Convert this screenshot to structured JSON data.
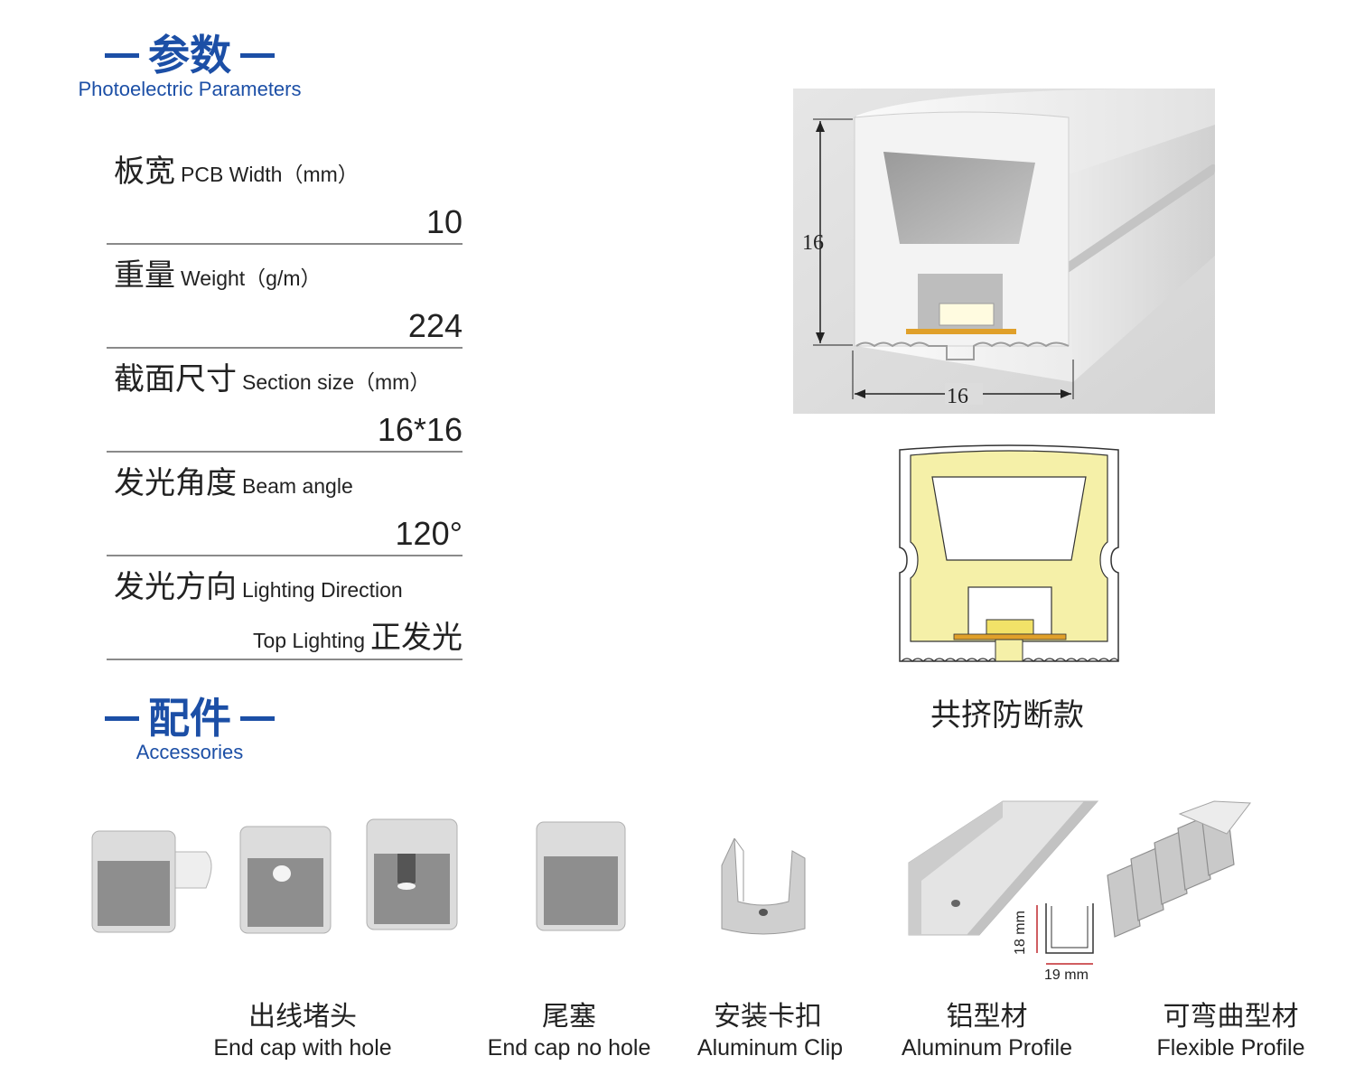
{
  "sections": {
    "params": {
      "title": "参数",
      "subtitle": "Photoelectric Parameters"
    },
    "accessories": {
      "title": "配件",
      "subtitle": "Accessories"
    }
  },
  "params": [
    {
      "zh": "板宽",
      "en": "PCB Width（mm）",
      "value": "10"
    },
    {
      "zh": "重量",
      "en": "Weight（g/m）",
      "value": "224"
    },
    {
      "zh": "截面尺寸",
      "en": "Section size（mm）",
      "value": "16*16"
    },
    {
      "zh": "发光角度",
      "en": "Beam angle",
      "value": "120°"
    },
    {
      "zh": "发光方向",
      "en": "Lighting Direction",
      "value_en": "Top Lighting",
      "value_zh": "正发光"
    }
  ],
  "figure": {
    "height_label": "16",
    "width_label": "16",
    "caption": "共挤防断款"
  },
  "accessories": [
    {
      "zh": "出线堵头",
      "en": "End cap with hole"
    },
    {
      "zh": "尾塞",
      "en": "End cap no hole"
    },
    {
      "zh": "安装卡扣",
      "en": "Aluminum Clip"
    },
    {
      "zh": "铝型材",
      "en": "Aluminum Profile"
    },
    {
      "zh": "可弯曲型材",
      "en": "Flexible Profile"
    }
  ],
  "profile_dims": {
    "height": "18 mm",
    "width": "19 mm"
  },
  "colors": {
    "brand_blue": "#1c4fa6",
    "glow_yellow": "#f5f0a8",
    "strip_orange": "#e0a02a"
  }
}
